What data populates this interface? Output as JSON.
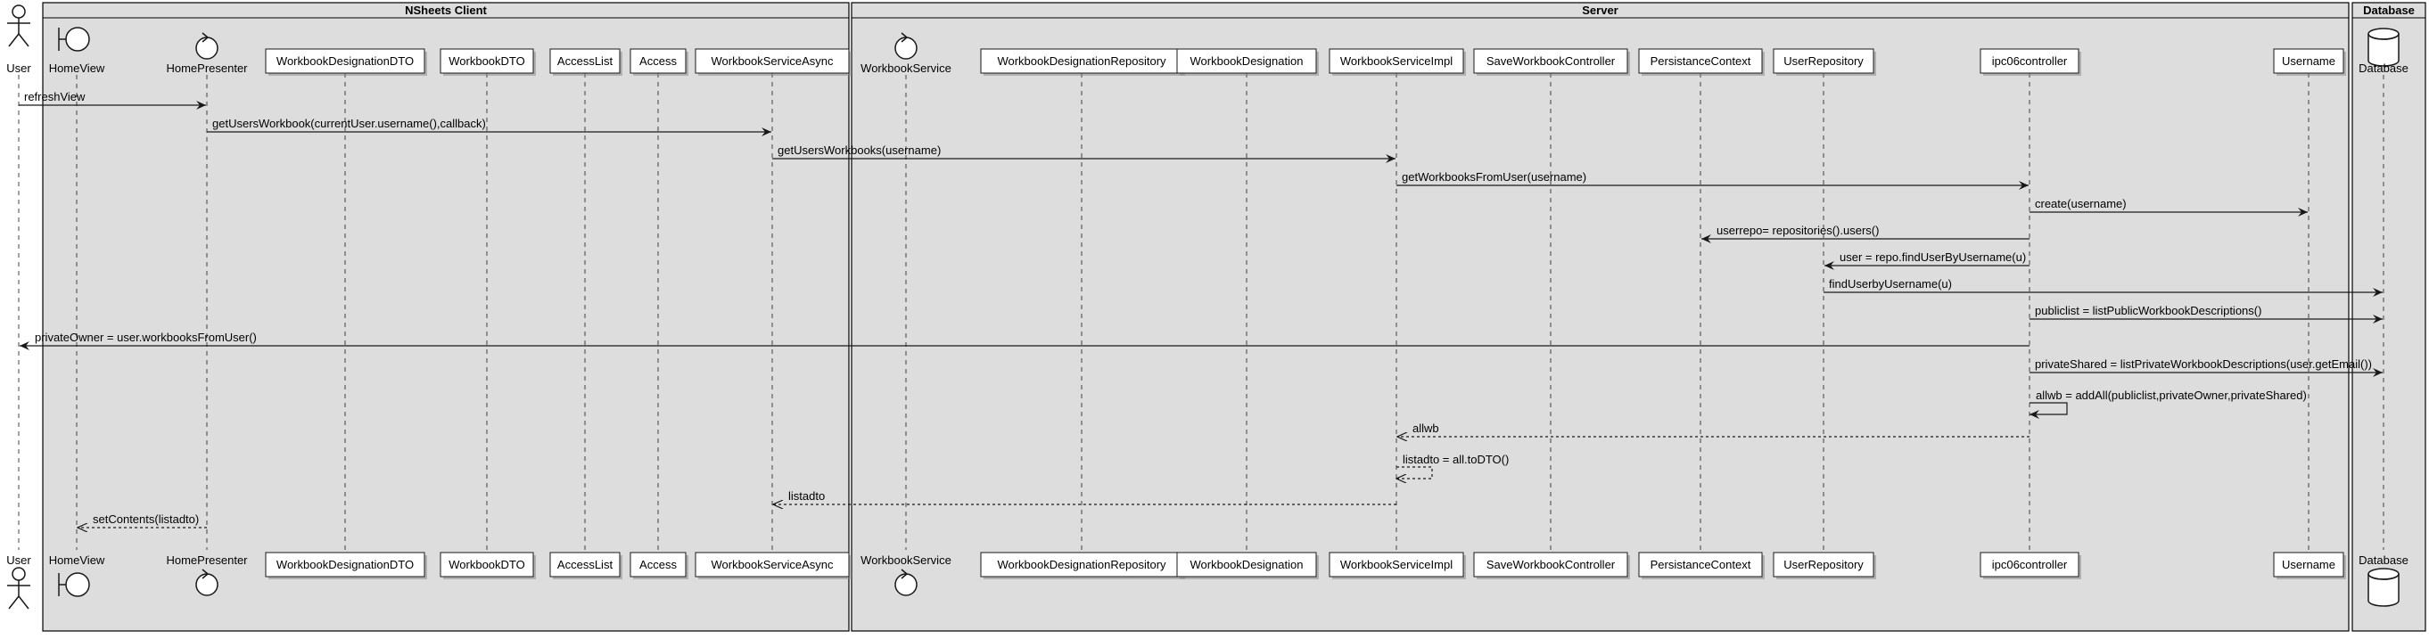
{
  "groups": [
    {
      "label": "NSheets Client"
    },
    {
      "label": "Server"
    },
    {
      "label": "Database"
    }
  ],
  "participants": [
    {
      "id": "user",
      "label": "User",
      "kind": "actor"
    },
    {
      "id": "homeview",
      "label": "HomeView",
      "kind": "boundary"
    },
    {
      "id": "homepresenter",
      "label": "HomePresenter",
      "kind": "control"
    },
    {
      "id": "wbdesigdto",
      "label": "WorkbookDesignationDTO",
      "kind": "box"
    },
    {
      "id": "wbdto",
      "label": "WorkbookDTO",
      "kind": "box"
    },
    {
      "id": "accesslist",
      "label": "AccessList",
      "kind": "box"
    },
    {
      "id": "access",
      "label": "Access",
      "kind": "box"
    },
    {
      "id": "wbsasync",
      "label": "WorkbookServiceAsync",
      "kind": "box"
    },
    {
      "id": "wbservice",
      "label": "WorkbookService",
      "kind": "control"
    },
    {
      "id": "wbdesigrepo",
      "label": "WorkbookDesignationRepository",
      "kind": "box"
    },
    {
      "id": "wbdesig",
      "label": "WorkbookDesignation",
      "kind": "box"
    },
    {
      "id": "wbsimpl",
      "label": "WorkbookServiceImpl",
      "kind": "box"
    },
    {
      "id": "savewbctrl",
      "label": "SaveWorkbookController",
      "kind": "box"
    },
    {
      "id": "persctx",
      "label": "PersistanceContext",
      "kind": "box"
    },
    {
      "id": "userrepo",
      "label": "UserRepository",
      "kind": "box"
    },
    {
      "id": "ipc06",
      "label": "ipc06controller",
      "kind": "box"
    },
    {
      "id": "username",
      "label": "Username",
      "kind": "box"
    },
    {
      "id": "database",
      "label": "Database",
      "kind": "database"
    }
  ],
  "messages": [
    {
      "from": "user",
      "to": "homepresenter",
      "label": "refreshView",
      "kind": "sync"
    },
    {
      "from": "homepresenter",
      "to": "wbsasync",
      "label": "getUsersWorkbook(currentUser.username(),callback)",
      "kind": "sync"
    },
    {
      "from": "wbsasync",
      "to": "wbsimpl",
      "label": "getUsersWorkbooks(username)",
      "kind": "sync"
    },
    {
      "from": "wbsimpl",
      "to": "ipc06",
      "label": "getWorkbooksFromUser(username)",
      "kind": "sync"
    },
    {
      "from": "ipc06",
      "to": "username",
      "label": "create(username)",
      "kind": "sync"
    },
    {
      "from": "ipc06",
      "to": "persctx",
      "label": "userrepo= repositories().users()",
      "kind": "sync"
    },
    {
      "from": "ipc06",
      "to": "userrepo",
      "label": "user = repo.findUserByUsername(u)",
      "kind": "sync"
    },
    {
      "from": "userrepo",
      "to": "database",
      "label": "findUserbyUsername(u)",
      "kind": "sync"
    },
    {
      "from": "ipc06",
      "to": "database",
      "label": "publiclist = listPublicWorkbookDescriptions()",
      "kind": "sync"
    },
    {
      "from": "ipc06",
      "to": "user",
      "label": "privateOwner = user.workbooksFromUser()",
      "kind": "sync"
    },
    {
      "from": "ipc06",
      "to": "database",
      "label": "privateShared = listPrivateWorkbookDescriptions(user.getEmail())",
      "kind": "sync"
    },
    {
      "from": "ipc06",
      "to": "ipc06",
      "label": "allwb = addAll(publiclist,privateOwner,privateShared)",
      "kind": "self"
    },
    {
      "from": "ipc06",
      "to": "wbsimpl",
      "label": "allwb",
      "kind": "return"
    },
    {
      "from": "wbsimpl",
      "to": "wbsimpl",
      "label": "listadto = all.toDTO()",
      "kind": "selfreturn"
    },
    {
      "from": "wbsimpl",
      "to": "wbsasync",
      "label": "listadto",
      "kind": "return"
    },
    {
      "from": "homepresenter",
      "to": "homeview",
      "label": "setContents(listadto)",
      "kind": "return"
    }
  ]
}
